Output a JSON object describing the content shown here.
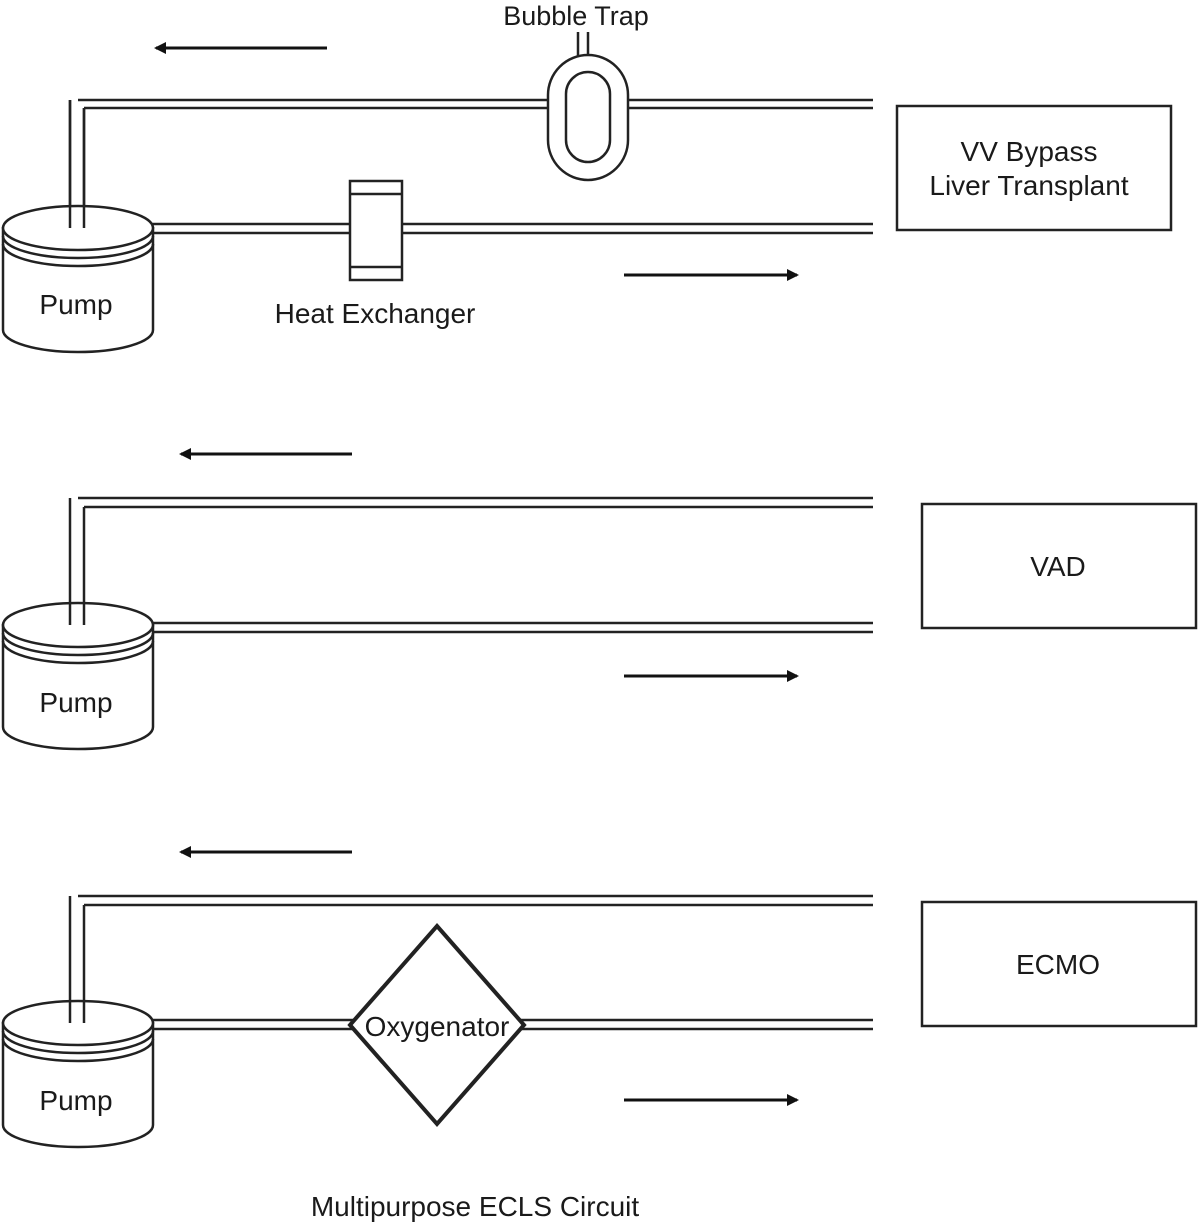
{
  "circuits": [
    {
      "name": "VV Bypass Liver Transplant",
      "label_lines": [
        "VV Bypass",
        "Liver Transplant"
      ],
      "pump_label": "Pump",
      "components": [
        "Bubble Trap",
        "Heat Exchanger"
      ]
    },
    {
      "name": "VAD",
      "label_lines": [
        "VAD"
      ],
      "pump_label": "Pump",
      "components": []
    },
    {
      "name": "ECMO",
      "label_lines": [
        "ECMO"
      ],
      "pump_label": "Pump",
      "components": [
        "Oxygenator"
      ]
    }
  ],
  "labels": {
    "bubble_trap": "Bubble Trap",
    "heat_exchanger": "Heat Exchanger",
    "oxygenator": "Oxygenator",
    "caption": "Multipurpose ECLS Circuit"
  },
  "flow_direction": {
    "return_line": "left",
    "outflow_line": "right"
  },
  "colors": {
    "line": "#222222",
    "background": "#ffffff"
  }
}
